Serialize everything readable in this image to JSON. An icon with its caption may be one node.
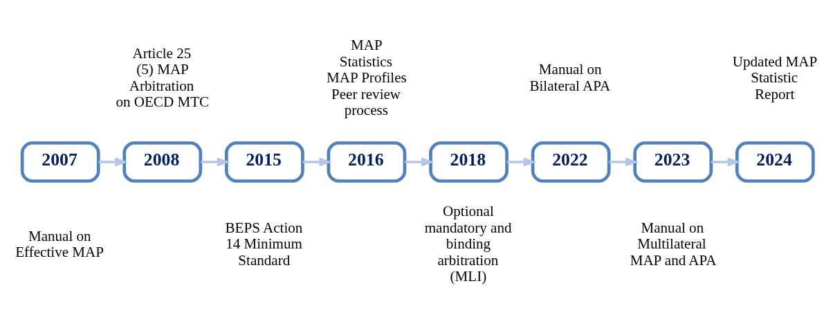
{
  "diagram": {
    "nodes": [
      {
        "text": [
          "2007"
        ],
        "beside": [
          "Manual on Effective MAP"
        ]
      },
      {
        "text": [
          "2008"
        ],
        "beside": [
          "Article 25 (5) MAP Arbitration on OECD MTC"
        ]
      },
      {
        "text": [
          "2015"
        ],
        "beside": [
          "BEPS Action 14 Minimum Standard"
        ]
      },
      {
        "text": [
          "2016"
        ],
        "beside": [
          "MAP Statistics",
          "MAP Profiles",
          "Peer review process"
        ]
      },
      {
        "text": [
          "2018"
        ],
        "beside": [
          "Optional mandatory and binding arbitration (MLI)"
        ]
      },
      {
        "text": [
          "2022"
        ],
        "beside": [
          "Manual on Bilateral APA"
        ]
      },
      {
        "text": [
          "2023"
        ],
        "beside": [
          "Manual on Multilateral MAP and APA"
        ]
      },
      {
        "text": [
          "2024"
        ],
        "beside": [
          "Updated MAP Statistic Report"
        ]
      }
    ],
    "edges": [
      {
        "from": 0,
        "to": 1,
        "arrow": "to"
      },
      {
        "from": 1,
        "to": 2,
        "arrow": "to"
      },
      {
        "from": 2,
        "to": 3,
        "arrow": "to"
      },
      {
        "from": 3,
        "to": 4,
        "arrow": "to"
      },
      {
        "from": 4,
        "to": 5,
        "arrow": "to"
      },
      {
        "from": 5,
        "to": 6,
        "arrow": "to"
      },
      {
        "from": 6,
        "to": 7,
        "arrow": "to"
      }
    ]
  }
}
